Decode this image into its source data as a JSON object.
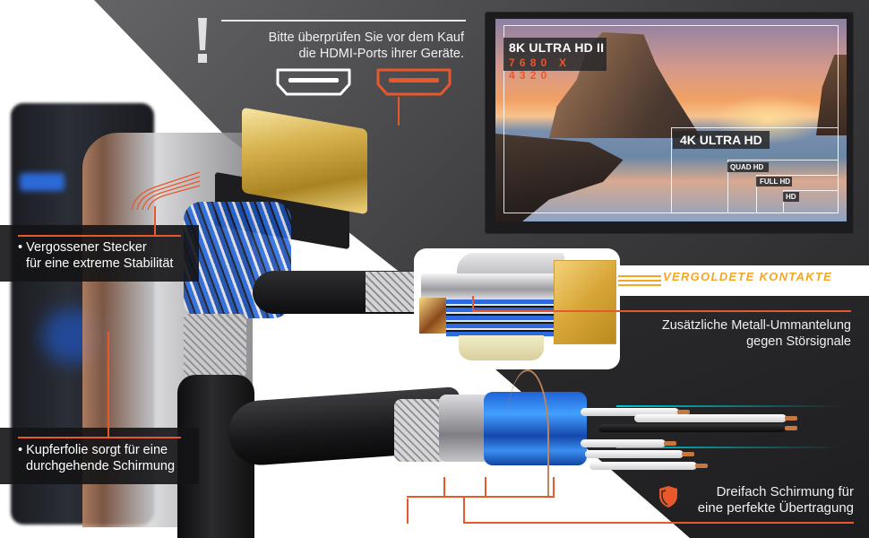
{
  "warning": {
    "icon": "exclamation-icon",
    "text_line1": "Bitte überprüfen Sie vor dem Kauf",
    "text_line2": "die HDMI-Ports ihrer Geräte.",
    "ports": [
      {
        "name": "hdmi-port-icon",
        "color": "#ffffff"
      },
      {
        "name": "hdmi-port-icon",
        "color": "#e8582a"
      }
    ]
  },
  "resolution_panel": {
    "labels": [
      {
        "title": "8K ULTRA HD II",
        "subtitle": "7680 X 4320"
      },
      {
        "title": "4K ULTRA HD"
      },
      {
        "title": "QUAD HD"
      },
      {
        "title": "FULL HD"
      },
      {
        "title": "HD"
      }
    ]
  },
  "features": {
    "plug": {
      "bullet": "•",
      "line1": "Vergossener Stecker",
      "line2": "für eine extreme Stabilität"
    },
    "copper": {
      "bullet": "•",
      "line1": "Kupferfolie sorgt für eine",
      "line2": "durchgehende Schirmung"
    },
    "gold": {
      "label": "VERGOLDETE KONTAKTE"
    },
    "metal": {
      "line1": "Zusätzliche Metall-Ummantelung",
      "line2": "gegen Störsignale"
    },
    "shielding": {
      "icon": "shield-icon",
      "line1": "Dreifach Schirmung für",
      "line2": "eine perfekte Übertragung"
    }
  },
  "colors": {
    "accent": "#e8582a",
    "gold": "#f5a623",
    "panel_dark": "#2a2a2c"
  }
}
